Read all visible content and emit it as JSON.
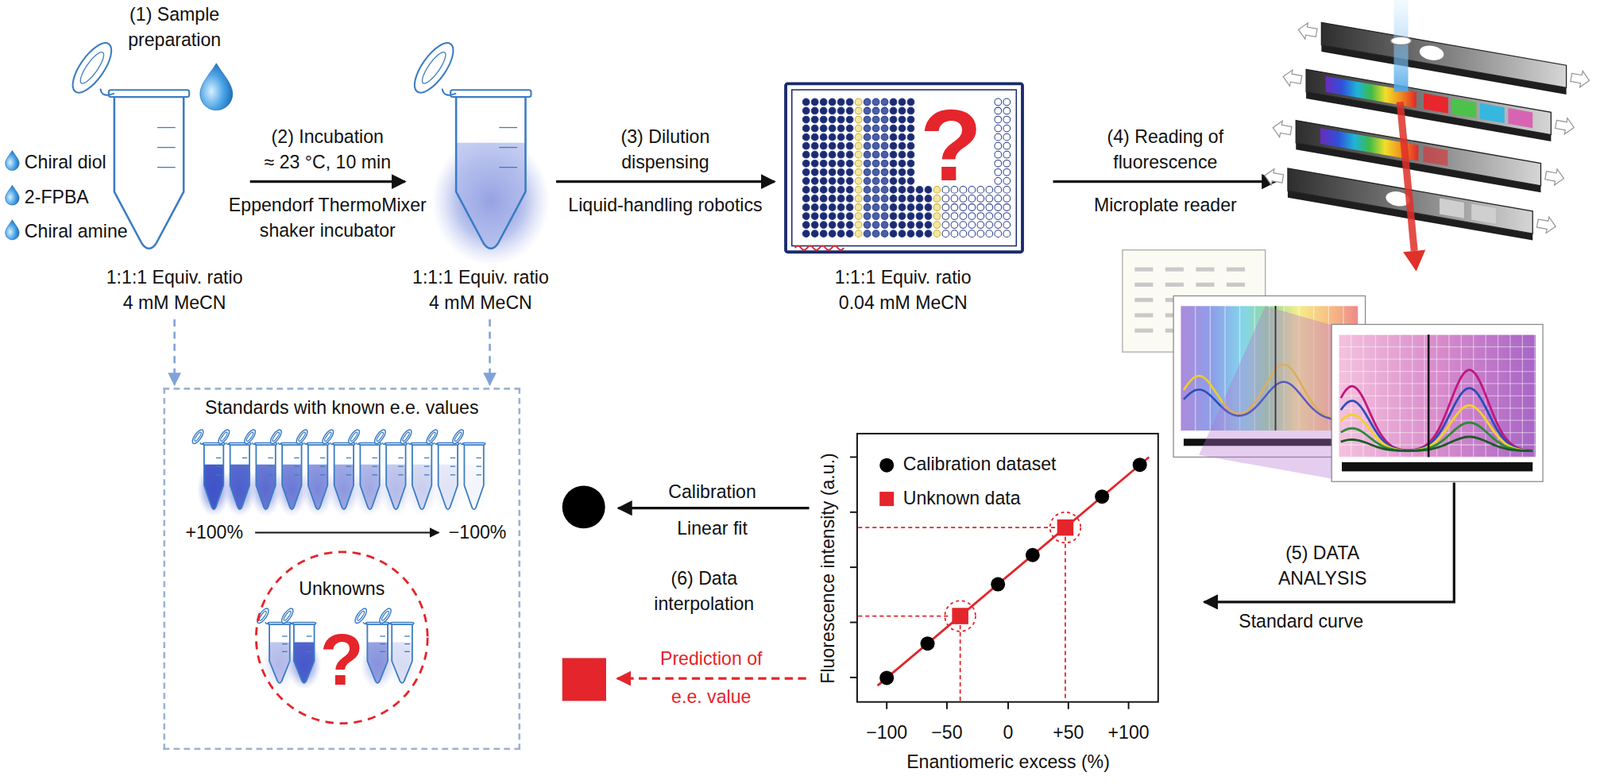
{
  "diagram": {
    "nodes": [
      {
        "text": [
          "(1) Sample preparation",
          "1:1:1 Equiv. ratio 4 mM MeCN"
        ]
      },
      {
        "text": [
          "1:1:1 Equiv. ratio 4 mM MeCN"
        ]
      },
      {
        "text": [
          "1:1:1 Equiv. ratio 0.04 mM MeCN"
        ]
      },
      {
        "text": [
          "Standards with known e.e. values"
        ]
      },
      {
        "text": [
          "Unknowns"
        ],
        "in": 3
      }
    ],
    "edges": [
      {
        "from": 0,
        "to": 1,
        "arrow": "to",
        "label": "(2) Incubation"
      },
      {
        "from": 1,
        "to": 2,
        "arrow": "to",
        "label": "(3) Dilution dispensing"
      },
      {
        "from": 0,
        "to": 3,
        "arrow": "to"
      },
      {
        "from": 1,
        "to": 3,
        "arrow": "to"
      }
    ],
    "labels": [
      "Chiral diol",
      "2-FPBA",
      "Chiral amine",
      "≈ 23 °C, 10 min",
      "Eppendorf ThermoMixer shaker incubator",
      "Liquid-handling robotics",
      "?",
      "(4) Reading of fluorescence",
      "Microplate reader",
      "(5) DATA ANALYSIS",
      "Standard curve",
      "Fluorescence intensity (a.u.)",
      "−100",
      "−50",
      "0",
      "+50",
      "+100",
      "Enantiomeric excess (%)",
      "Calibration",
      "Linear fit",
      "(6) Data interpolation",
      "Prediction of e.e. value",
      "+100%",
      "−100%",
      "?"
    ],
    "legend": [
      {
        "text": "Calibration dataset",
        "color": "#000000"
      },
      {
        "text": "Unknown data",
        "color": "#e4252b"
      }
    ]
  }
}
